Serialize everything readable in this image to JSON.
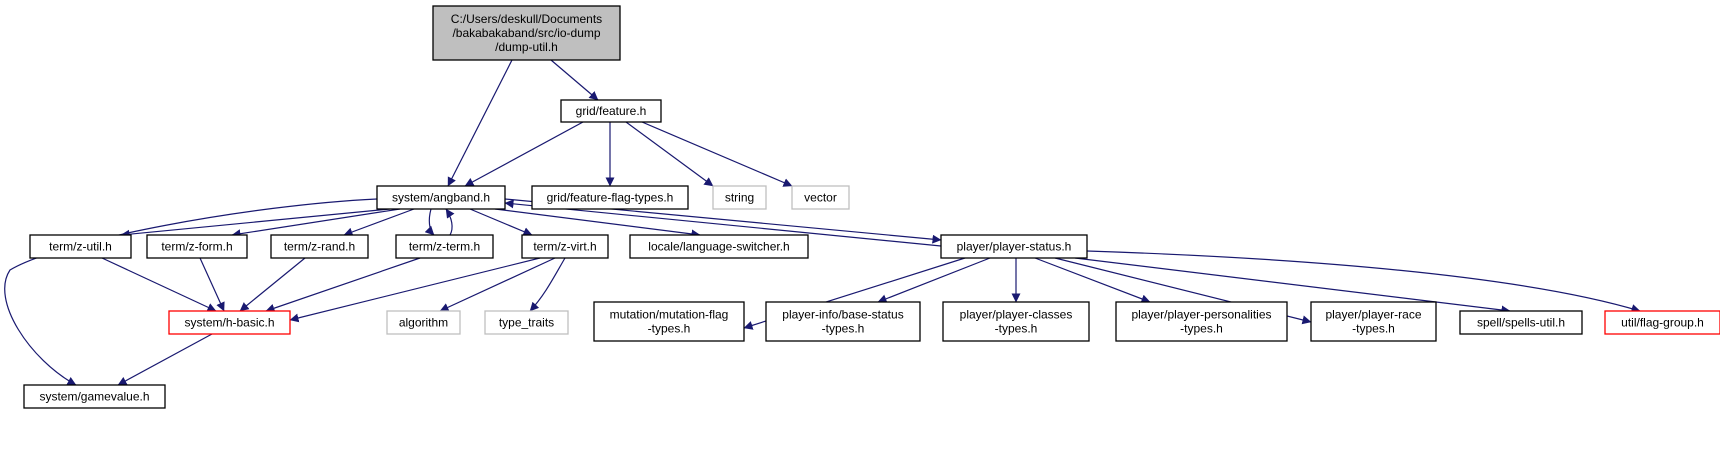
{
  "colors": {
    "edge": "#191970",
    "root_fill": "#bfbfbf",
    "border_normal": "#000000",
    "border_external": "#bfbfbf",
    "border_truncated": "#ff0000"
  },
  "nodes": {
    "root": {
      "lines": [
        "C:/Users/deskull/Documents",
        "/bakabakaband/src/io-dump",
        "/dump-util.h"
      ],
      "kind": "root"
    },
    "feature": {
      "lines": [
        "grid/feature.h"
      ],
      "kind": "normal"
    },
    "angband": {
      "lines": [
        "system/angband.h"
      ],
      "kind": "normal"
    },
    "feature_flag": {
      "lines": [
        "grid/feature-flag-types.h"
      ],
      "kind": "normal"
    },
    "string": {
      "lines": [
        "string"
      ],
      "kind": "external"
    },
    "vector": {
      "lines": [
        "vector"
      ],
      "kind": "external"
    },
    "zutil": {
      "lines": [
        "term/z-util.h"
      ],
      "kind": "normal"
    },
    "zform": {
      "lines": [
        "term/z-form.h"
      ],
      "kind": "normal"
    },
    "zrand": {
      "lines": [
        "term/z-rand.h"
      ],
      "kind": "normal"
    },
    "zterm": {
      "lines": [
        "term/z-term.h"
      ],
      "kind": "normal"
    },
    "zvirt": {
      "lines": [
        "term/z-virt.h"
      ],
      "kind": "normal"
    },
    "langsw": {
      "lines": [
        "locale/language-switcher.h"
      ],
      "kind": "normal"
    },
    "pstatus": {
      "lines": [
        "player/player-status.h"
      ],
      "kind": "normal"
    },
    "hbasic": {
      "lines": [
        "system/h-basic.h"
      ],
      "kind": "truncated"
    },
    "algorithm": {
      "lines": [
        "algorithm"
      ],
      "kind": "external"
    },
    "typetraits": {
      "lines": [
        "type_traits"
      ],
      "kind": "external"
    },
    "gamevalue": {
      "lines": [
        "system/gamevalue.h"
      ],
      "kind": "normal"
    },
    "mutation": {
      "lines": [
        "mutation/mutation-flag",
        "-types.h"
      ],
      "kind": "normal"
    },
    "basestatus": {
      "lines": [
        "player-info/base-status",
        "-types.h"
      ],
      "kind": "normal"
    },
    "classes": {
      "lines": [
        "player/player-classes",
        "-types.h"
      ],
      "kind": "normal"
    },
    "personalities": {
      "lines": [
        "player/player-personalities",
        "-types.h"
      ],
      "kind": "normal"
    },
    "race": {
      "lines": [
        "player/player-race",
        "-types.h"
      ],
      "kind": "normal"
    },
    "spells": {
      "lines": [
        "spell/spells-util.h"
      ],
      "kind": "normal"
    },
    "flaggroup": {
      "lines": [
        "util/flag-group.h"
      ],
      "kind": "truncated"
    }
  },
  "edges": [
    [
      "root",
      "angband"
    ],
    [
      "root",
      "feature"
    ],
    [
      "feature",
      "angband"
    ],
    [
      "feature",
      "feature_flag"
    ],
    [
      "feature",
      "string"
    ],
    [
      "feature",
      "vector"
    ],
    [
      "angband",
      "gamevalue"
    ],
    [
      "angband",
      "zutil"
    ],
    [
      "angband",
      "zform"
    ],
    [
      "angband",
      "zrand"
    ],
    [
      "angband",
      "zterm"
    ],
    [
      "angband",
      "zvirt"
    ],
    [
      "angband",
      "langsw"
    ],
    [
      "angband",
      "pstatus"
    ],
    [
      "zterm",
      "angband"
    ],
    [
      "pstatus",
      "angband"
    ],
    [
      "zutil",
      "hbasic"
    ],
    [
      "zform",
      "hbasic"
    ],
    [
      "zrand",
      "hbasic"
    ],
    [
      "zterm",
      "hbasic"
    ],
    [
      "zvirt",
      "hbasic"
    ],
    [
      "zvirt",
      "algorithm"
    ],
    [
      "zvirt",
      "typetraits"
    ],
    [
      "hbasic",
      "gamevalue"
    ],
    [
      "pstatus",
      "mutation"
    ],
    [
      "pstatus",
      "basestatus"
    ],
    [
      "pstatus",
      "classes"
    ],
    [
      "pstatus",
      "personalities"
    ],
    [
      "pstatus",
      "race"
    ],
    [
      "pstatus",
      "spells"
    ],
    [
      "pstatus",
      "flaggroup"
    ]
  ]
}
